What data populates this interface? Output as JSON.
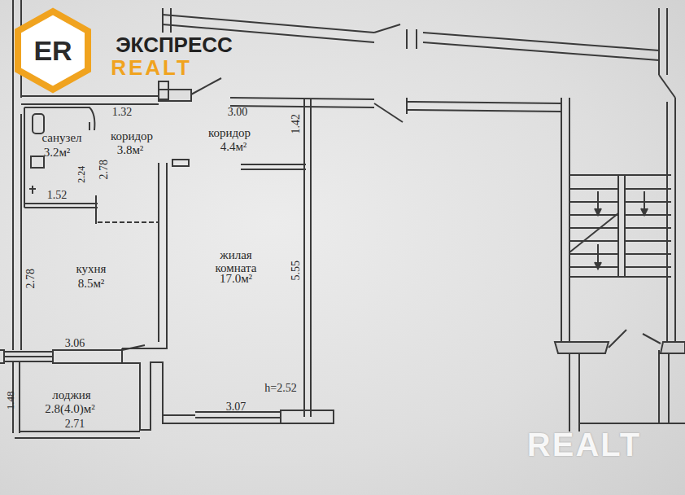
{
  "diagram": {
    "labels": [
      "ER",
      "ЭКСПРЕСС",
      "REALT",
      "1.32",
      "3.00",
      "санузел",
      "3.2м²",
      "коридор",
      "3.8м²",
      "коридор",
      "4.4м²",
      "1.42",
      "2.24",
      "2.78",
      "1.52",
      "кухня",
      "8.5м²",
      "жилая комната",
      "17.0м²",
      "2.78",
      "5.55",
      "3.06",
      "h=2.52",
      "лоджия",
      "2.8(4.0)м²",
      "1.48",
      "3.07",
      "2.71",
      "REALT"
    ]
  }
}
